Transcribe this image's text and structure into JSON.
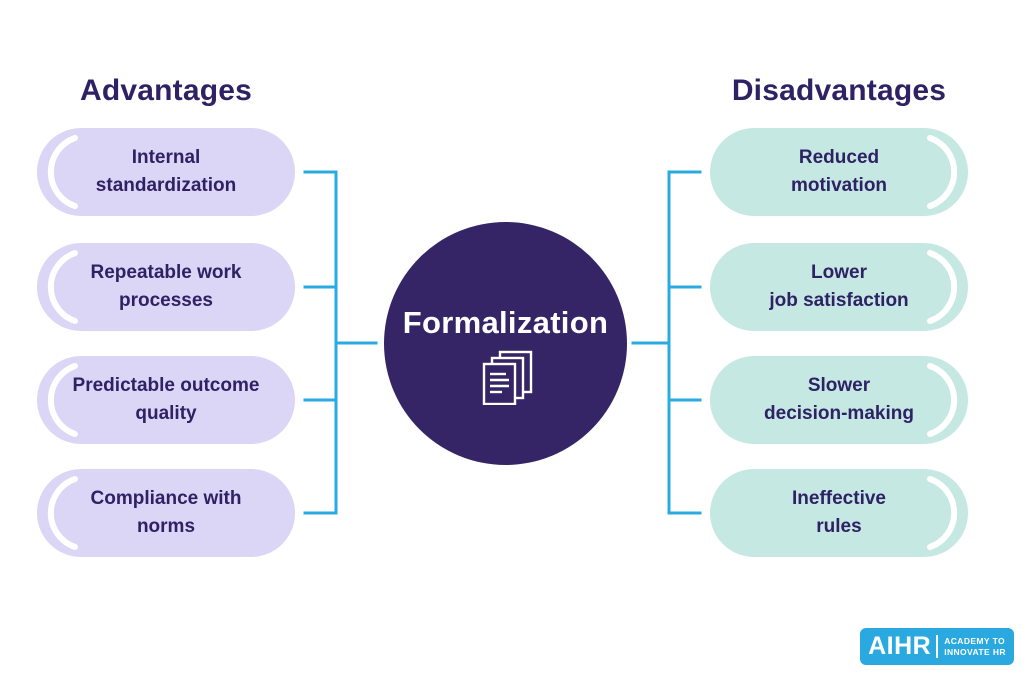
{
  "theme": {
    "background": "#ffffff",
    "title_color": "#2e2265",
    "pill_text_color": "#2e2265",
    "advantage_pill_color": "#dbd5f6",
    "disadvantage_pill_color": "#c5e8e3",
    "circle_color": "#352566",
    "circle_text_color": "#ffffff",
    "connector_color": "#29abe2",
    "logo_bg_color": "#2aa9e0",
    "logo_text_color": "#ffffff"
  },
  "advantages": {
    "title": "Advantages",
    "items": [
      {
        "label": "Internal\nstandardization"
      },
      {
        "label": "Repeatable work\nprocesses"
      },
      {
        "label": "Predictable outcome\nquality"
      },
      {
        "label": "Compliance with\nnorms"
      }
    ]
  },
  "disadvantages": {
    "title": "Disadvantages",
    "items": [
      {
        "label": "Reduced\nmotivation"
      },
      {
        "label": "Lower\njob satisfaction"
      },
      {
        "label": "Slower\ndecision-making"
      },
      {
        "label": "Ineffective\nrules"
      }
    ]
  },
  "center": {
    "label": "Formalization",
    "icon": "stacked-documents-icon"
  },
  "logo": {
    "name": "AIHR",
    "tagline_line1": "ACADEMY TO",
    "tagline_line2": "INNOVATE HR"
  }
}
